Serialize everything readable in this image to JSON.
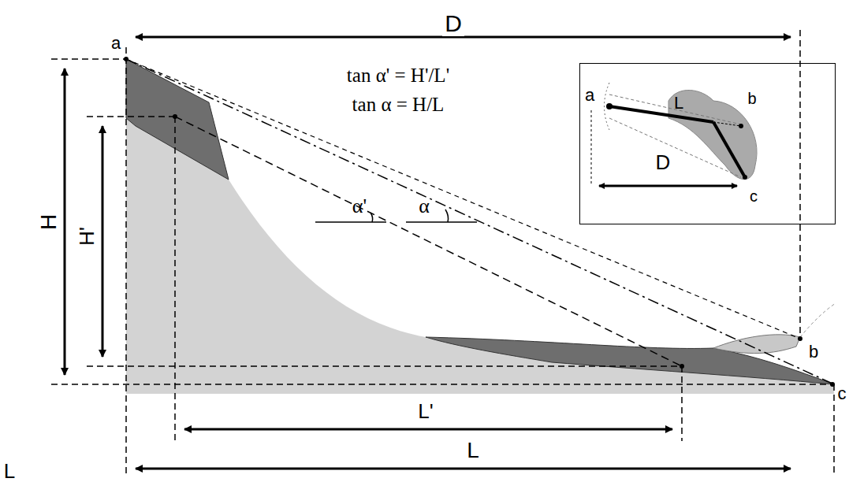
{
  "diagram": {
    "nodes": [
      {
        "text": [
          "a",
          "L",
          "b",
          "D",
          "c"
        ]
      }
    ],
    "labels": [
      "D",
      "a",
      "tan α' = H'/L'",
      "tan α = H/L",
      "H",
      "H'",
      "α'",
      "α",
      "b",
      "c",
      "L'",
      "L",
      "L"
    ]
  }
}
